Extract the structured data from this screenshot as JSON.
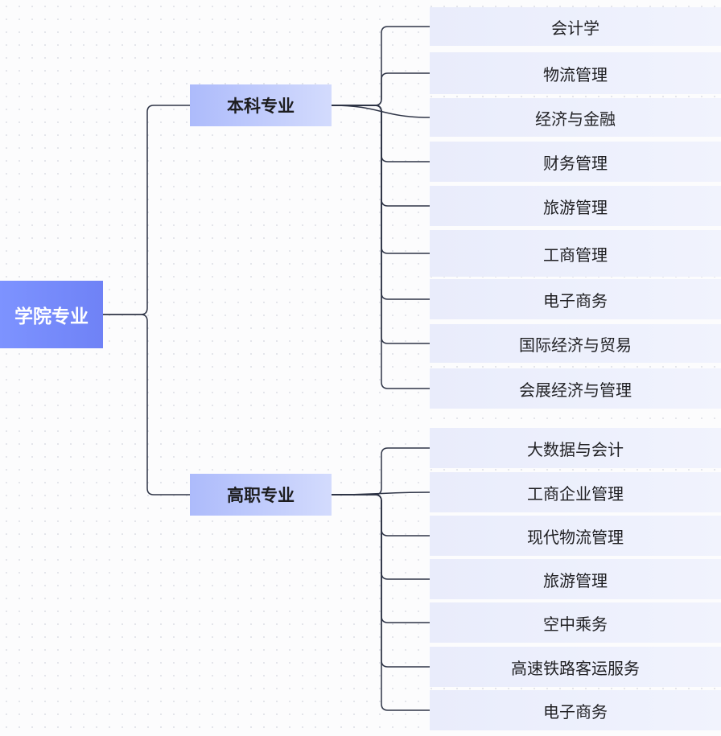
{
  "root": {
    "label": "学院专业"
  },
  "branches": [
    {
      "label": "本科专业",
      "items": [
        "会计学",
        "物流管理",
        "经济与金融",
        "财务管理",
        "旅游管理",
        "工商管理",
        "电子商务",
        "国际经济与贸易",
        "会展经济与管理"
      ]
    },
    {
      "label": "高职专业",
      "items": [
        "大数据与会计",
        "工商企业管理",
        "现代物流管理",
        "旅游管理",
        "空中乘务",
        "高速铁路客运服务",
        "电子商务"
      ]
    }
  ],
  "colors": {
    "connector": "#2e3446",
    "root": "#7d93ff",
    "branch": "#b9c5fc",
    "leaf": "#eceffc"
  }
}
